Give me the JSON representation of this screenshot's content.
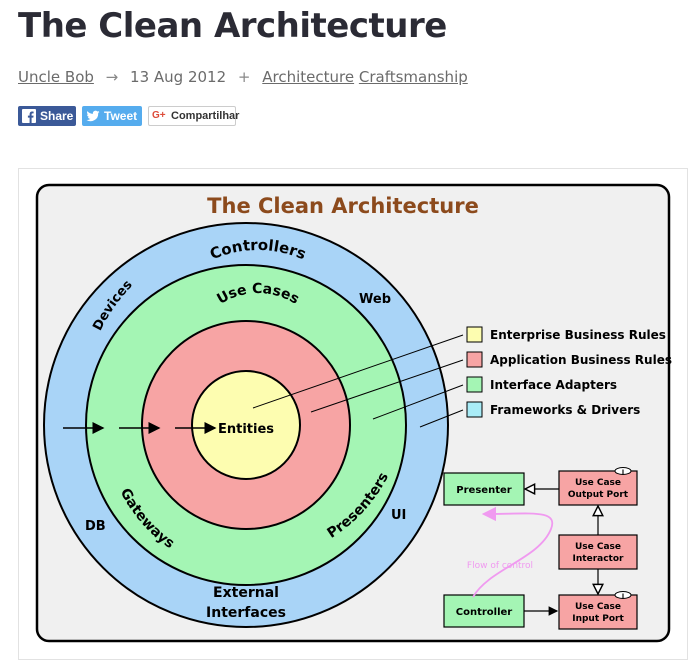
{
  "article": {
    "title": "The Clean Architecture",
    "author": "Uncle Bob",
    "arrow": "→",
    "date": "13 Aug 2012",
    "plus": "+",
    "tags": [
      "Architecture",
      "Craftsmanship"
    ]
  },
  "share": {
    "facebook_label": "Share",
    "twitter_label": "Tweet",
    "google_label": "Compartilhar",
    "facebook_icon": "facebook-icon",
    "twitter_icon": "twitter-icon",
    "google_icon": "google-plus-icon"
  },
  "diagram": {
    "title": "The Clean Architecture",
    "ring_labels": {
      "entities": "Entities",
      "use_cases": "Use Cases",
      "controllers": "Controllers",
      "gateways": "Gateways",
      "presenters": "Presenters",
      "devices": "Devices",
      "web": "Web",
      "db": "DB",
      "ui": "UI",
      "external": [
        "External",
        "Interfaces"
      ]
    },
    "legend": [
      {
        "label": "Enterprise Business Rules",
        "color": "#fdfdb0"
      },
      {
        "label": "Application Business Rules",
        "color": "#f7a4a4"
      },
      {
        "label": "Interface Adapters",
        "color": "#a4f5b4"
      },
      {
        "label": "Frameworks & Drivers",
        "color": "#a9ecf7"
      }
    ],
    "flow": {
      "presenter": "Presenter",
      "controller": "Controller",
      "output_port": [
        "Use Case",
        "Output Port"
      ],
      "interactor": [
        "Use Case",
        "Interactor"
      ],
      "input_port": [
        "Use Case",
        "Input Port"
      ],
      "flow_label": "Flow of control",
      "interface_marker": "I"
    },
    "colors": {
      "outer": "#a9d4f7",
      "adapters": "#a4f5b4",
      "use_cases": "#f7a4a4",
      "entities": "#fdfdb0",
      "title": "#8c4a1c",
      "flow": "#f09af0",
      "panel": "#f0f0f0"
    }
  }
}
